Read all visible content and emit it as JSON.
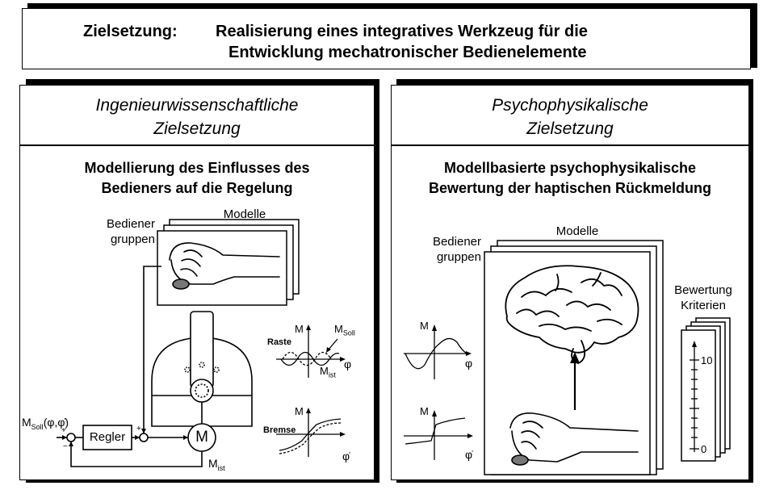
{
  "header": {
    "label": "Zielsetzung:",
    "line1": "Realisierung eines integratives Werkzeug für die",
    "line2": "Entwicklung mechatronischer Bedienelemente"
  },
  "left": {
    "heading_line1": "Ingenieurwissenschaftliche",
    "heading_line2": "Zielsetzung",
    "subheading_line1": "Modellierung des Einflusses des",
    "subheading_line2": "Bedieners auf die Regelung",
    "models_label": "Modelle",
    "groups_line1": "Bediener",
    "groups_line2": "gruppen",
    "controller_label": "Regler",
    "motor_label": "M",
    "input_M": "M",
    "input_sub": "Soll",
    "input_args": "(φ,φ̇)",
    "plus_sign": "+",
    "minus_sign": "−",
    "feedback_M": "M",
    "feedback_sub": "ist",
    "plot1": {
      "y_label": "M",
      "x_label": "φ",
      "name": "Raste",
      "soll_M": "M",
      "soll_sub": "Soll",
      "ist_M": "M",
      "ist_sub": "ist"
    },
    "plot2": {
      "y_label": "M",
      "x_label": "φ̇",
      "name": "Bremse"
    }
  },
  "right": {
    "heading_line1": "Psychophysikalische",
    "heading_line2": "Zielsetzung",
    "subheading_line1": "Modellbasierte psychophysikalische",
    "subheading_line2": "Bewertung der haptischen Rückmeldung",
    "models_label": "Modelle",
    "groups_line1": "Bediener",
    "groups_line2": "gruppen",
    "criteria_line1": "Bewertung",
    "criteria_line2": "Kriterien",
    "scale_top": "10",
    "scale_bottom": "0",
    "plot1": {
      "y_label": "M",
      "x_label": "φ"
    },
    "plot2": {
      "y_label": "M",
      "x_label": "φ̇"
    }
  }
}
